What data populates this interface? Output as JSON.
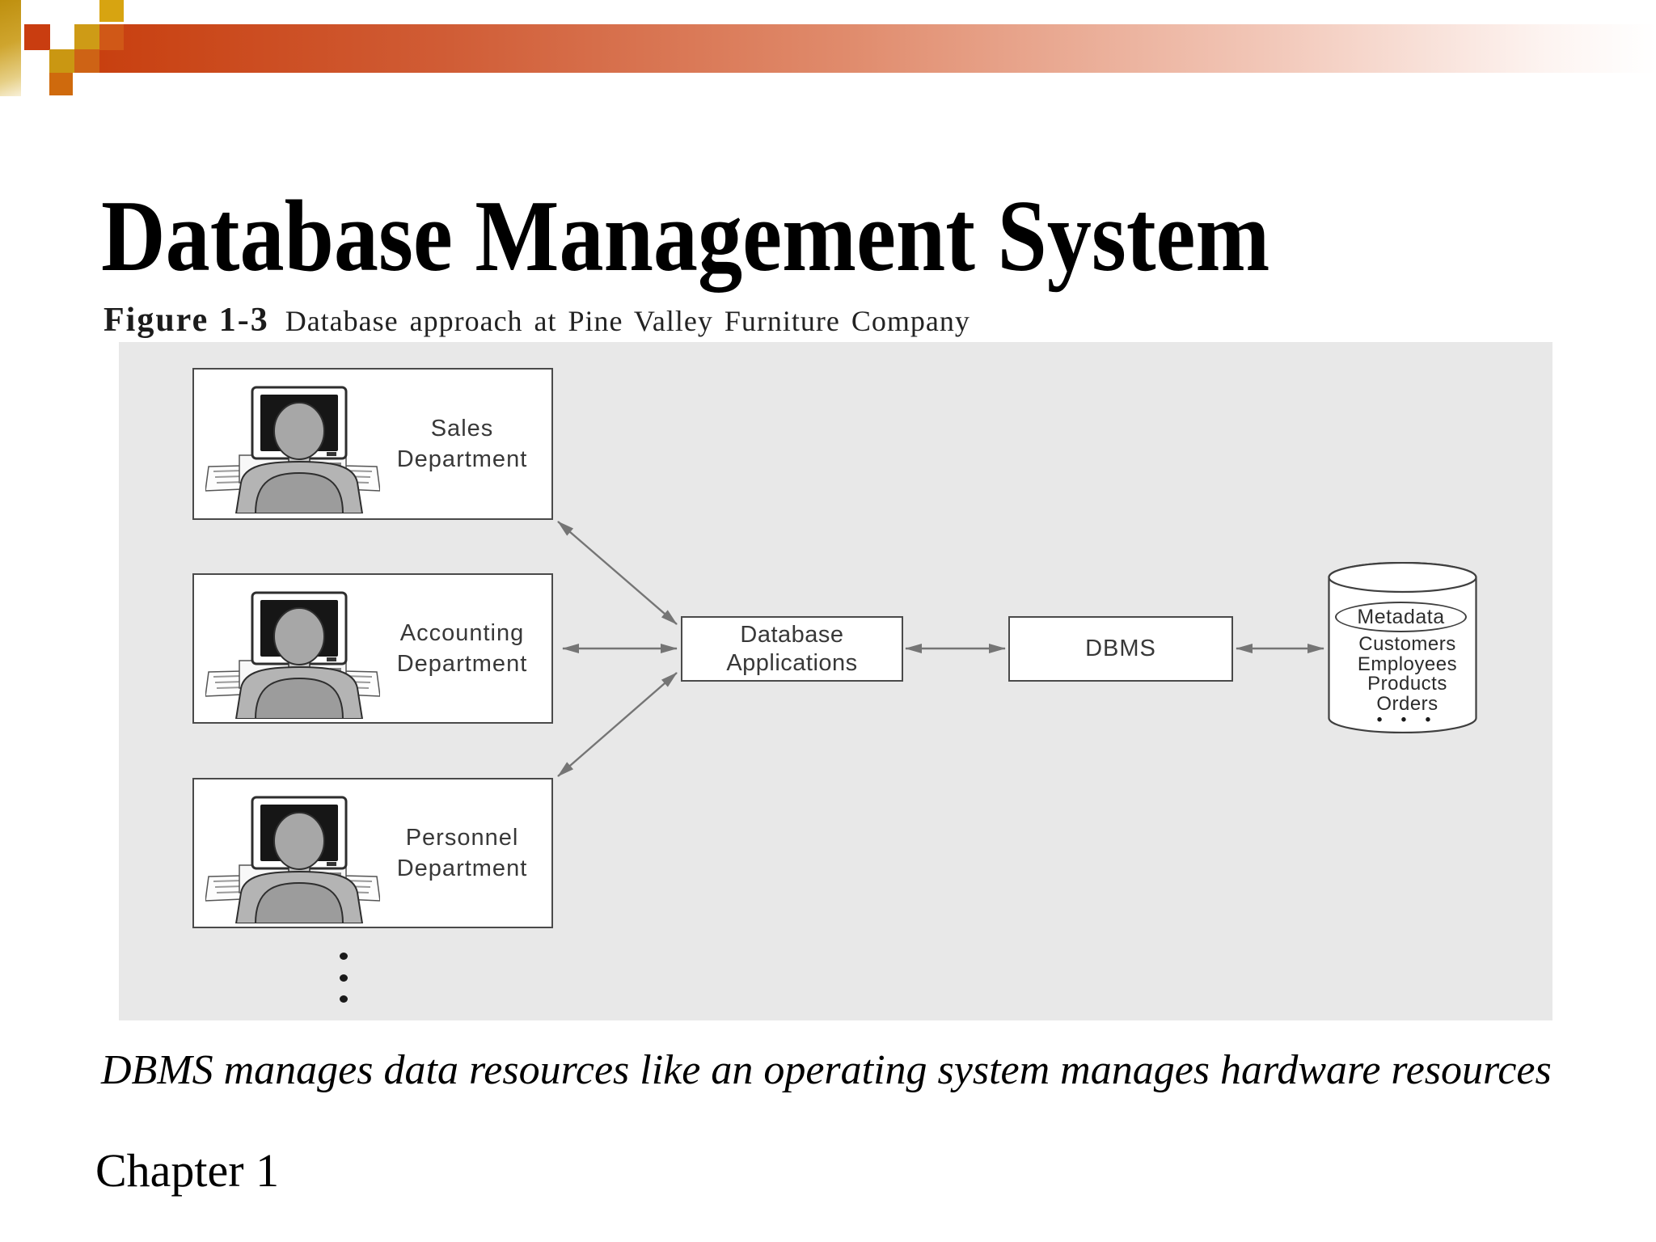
{
  "colors": {
    "accent-red": "#C84010",
    "gold": "#D7A411",
    "orange": "#CF6A0D",
    "diagram-bg": "#e8e8e8",
    "line-gray": "#757575",
    "border-dark": "#4a4a4a"
  },
  "slide": {
    "title": "Database Management System",
    "figure_label": "Figure 1-3",
    "figure_caption": "Database approach at Pine Valley Furniture Company",
    "footnote": "DBMS manages data resources like an operating system manages hardware resources",
    "chapter": "Chapter 1"
  },
  "diagram": {
    "departments": [
      {
        "line1": "Sales",
        "line2": "Department"
      },
      {
        "line1": "Accounting",
        "line2": "Department"
      },
      {
        "line1": "Personnel",
        "line2": "Department"
      }
    ],
    "app_node": {
      "line1": "Database",
      "line2": "Applications"
    },
    "dbms_node": {
      "label": "DBMS"
    },
    "datastore": {
      "metadata_label": "Metadata",
      "items": [
        "Customers",
        "Employees",
        "Products",
        "Orders"
      ],
      "more_indicator": "• • •"
    }
  }
}
